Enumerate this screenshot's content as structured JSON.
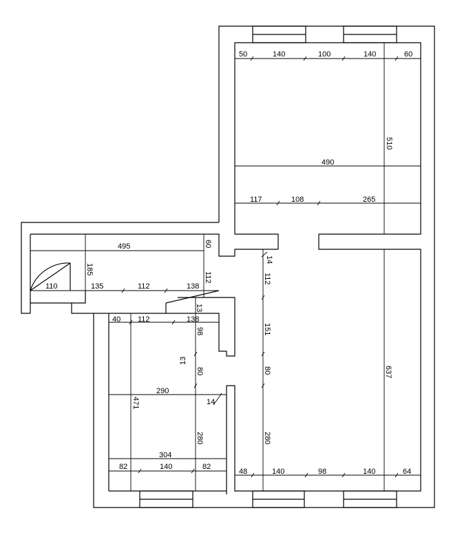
{
  "plan": {
    "labels": {
      "top_50": "50",
      "top_140a": "140",
      "top_100": "100",
      "top_140b": "140",
      "top_60": "60",
      "r_510": "510",
      "r_490": "490",
      "r_117": "117",
      "r_108": "108",
      "r_265": "265",
      "l_495": "495",
      "l_60": "60",
      "l_185": "185",
      "l_110": "110",
      "l_135": "135",
      "l_112": "112",
      "l_138": "138",
      "l_112v": "112",
      "c_14": "14",
      "c_112": "112",
      "b_40": "40",
      "b_112": "112",
      "b_138": "138",
      "b_13a": "13",
      "b_98": "98",
      "c_151": "151",
      "b_13b": "13",
      "b_80": "80",
      "c_80": "80",
      "r_637": "637",
      "b_290": "290",
      "b_471": "471",
      "b_14": "14",
      "b_280": "280",
      "c_280": "280",
      "b_304": "304",
      "b_82a": "82",
      "b_140": "140",
      "b_82b": "82",
      "r_48": "48",
      "r_140a": "140",
      "r_98": "98",
      "r_140b": "140",
      "r_64": "64"
    }
  }
}
